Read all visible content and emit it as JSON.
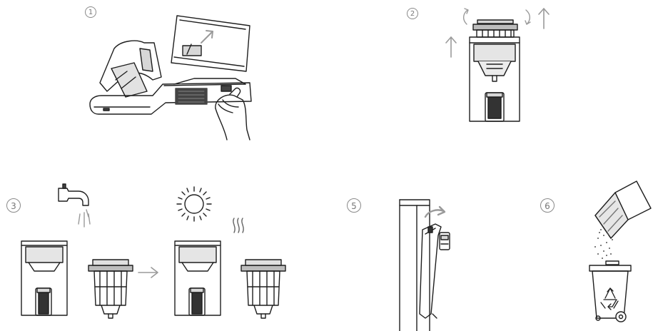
{
  "steps": [
    {
      "number": "1"
    },
    {
      "number": "2"
    },
    {
      "number": "3"
    },
    {
      "number": "5"
    },
    {
      "number": "6"
    }
  ],
  "colors": {
    "line": "#1e1e1e",
    "accent": "#9a9a9a",
    "fill_gray": "#d7d7d7",
    "dark": "#444444"
  }
}
